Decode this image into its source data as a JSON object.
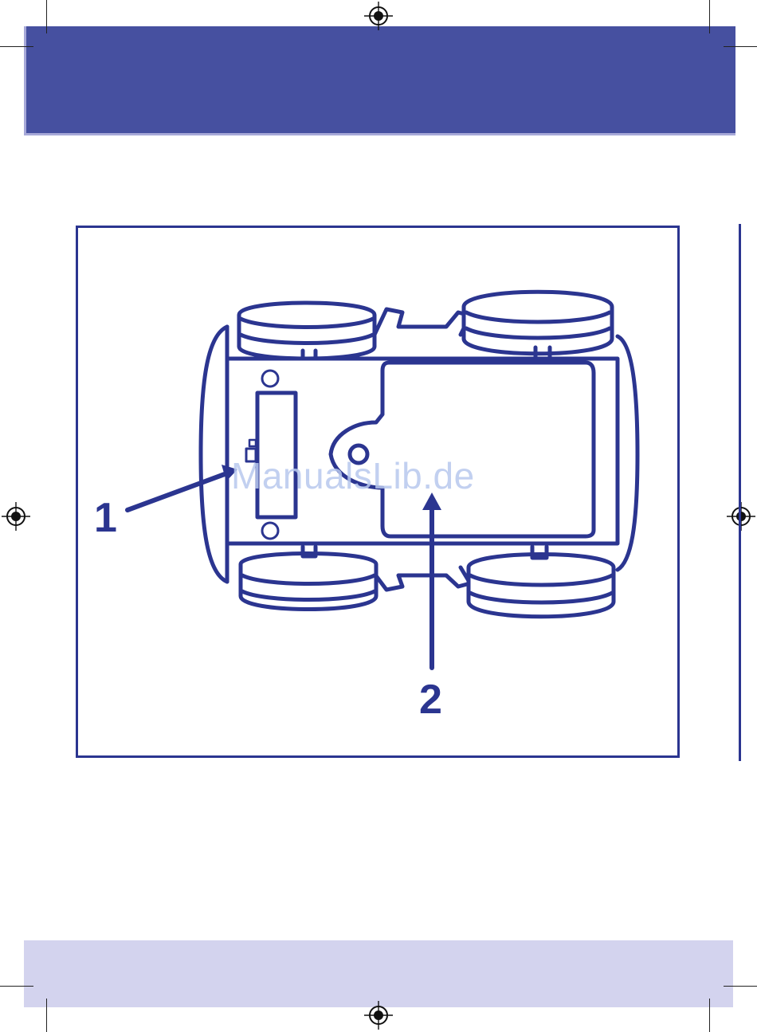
{
  "colors": {
    "header_band": "#4650a0",
    "footer_band": "#d3d3ee",
    "line_art": "#2b3590",
    "watermark": "#b8c8ee"
  },
  "figure": {
    "callouts": [
      {
        "label": "1"
      },
      {
        "label": "2"
      }
    ],
    "watermark": "ManualsLib.de"
  }
}
